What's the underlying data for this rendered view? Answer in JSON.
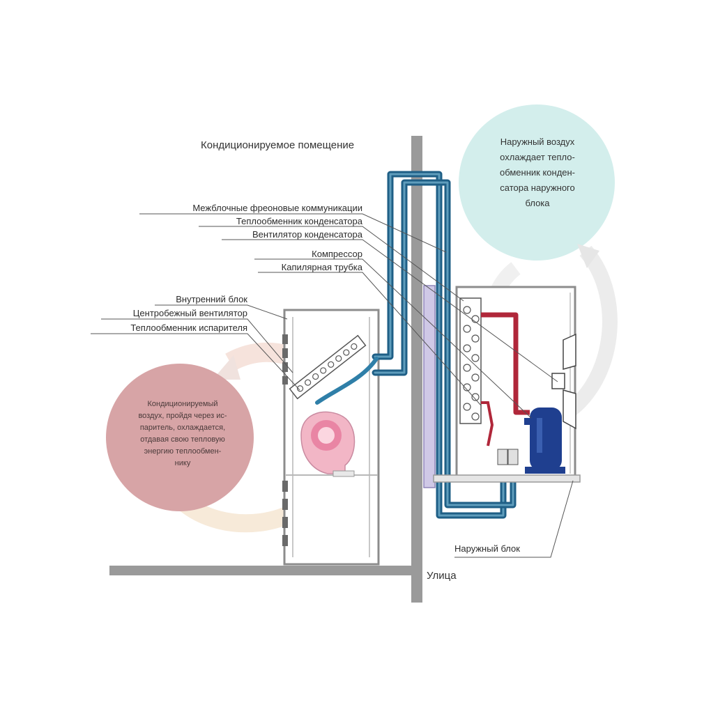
{
  "title": "Кондиционируемое помещение",
  "street_label": "Улица",
  "outdoor_unit_label": "Наружный блок",
  "outdoor_bubble_text": "Наружный воздух\nохлаждает тепло-\nобменник конден-\nсатора наружного\nблока",
  "indoor_bubble_text": "Кондиционируемый\nвоздух, пройдя через ис-\nпаритель, охлаждается,\nотдавая свою тепловую\nэнергию теплообмен-\nнику",
  "labels_upper": [
    "Межблочные фреоновые коммуникации",
    "Теплообменник конденсатора",
    "Вентилятор конденсатора",
    "Компрессор",
    "Капилярная трубка"
  ],
  "labels_lower": [
    "Внутренний блок",
    "Центробежный вентилятор",
    "Теплообменник испарителя"
  ],
  "colors": {
    "wall": "#9a9a9a",
    "pipe_blue": "#1f5f86",
    "pipe_red": "#b0273a",
    "outdoor_bubble": "#d3eeec",
    "indoor_bubble": "#d7a4a6",
    "compressor": "#1f3f8f",
    "fan_pink": "#f2b6c6"
  }
}
